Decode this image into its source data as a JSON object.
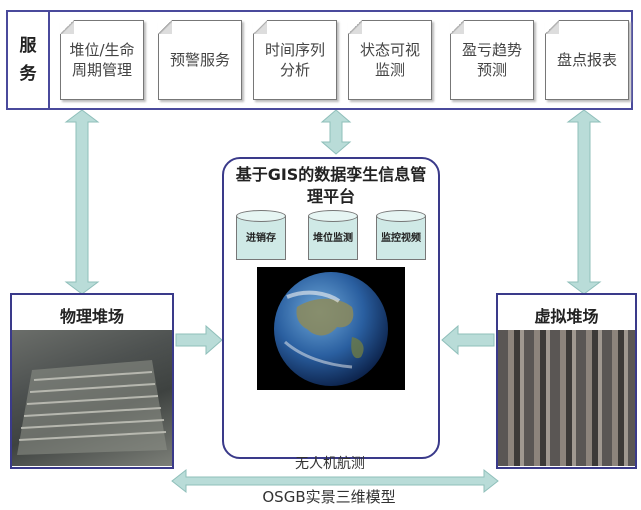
{
  "service": {
    "label_chars": [
      "服",
      "务"
    ],
    "items": [
      {
        "text": "堆位/生命周期管理"
      },
      {
        "text": "预警服务"
      },
      {
        "text": "时间序列分析"
      },
      {
        "text": "状态可视监测"
      },
      {
        "text": "盈亏趋势预测"
      },
      {
        "text": "盘点报表"
      }
    ]
  },
  "center": {
    "title": "基于GIS的数据孪生信息管理平台",
    "databases": [
      {
        "label": "进销存"
      },
      {
        "label": "堆位监测"
      },
      {
        "label": "监控视频"
      }
    ]
  },
  "physical": {
    "title": "物理堆场"
  },
  "virtual": {
    "title": "虚拟堆场"
  },
  "bottom": {
    "line1": "无人机航测",
    "line2": "OSGB实景三维模型"
  },
  "colors": {
    "border": "#3a3a8a",
    "arrow": "#b9dcd8",
    "cylinder": "#cfe9e6"
  }
}
